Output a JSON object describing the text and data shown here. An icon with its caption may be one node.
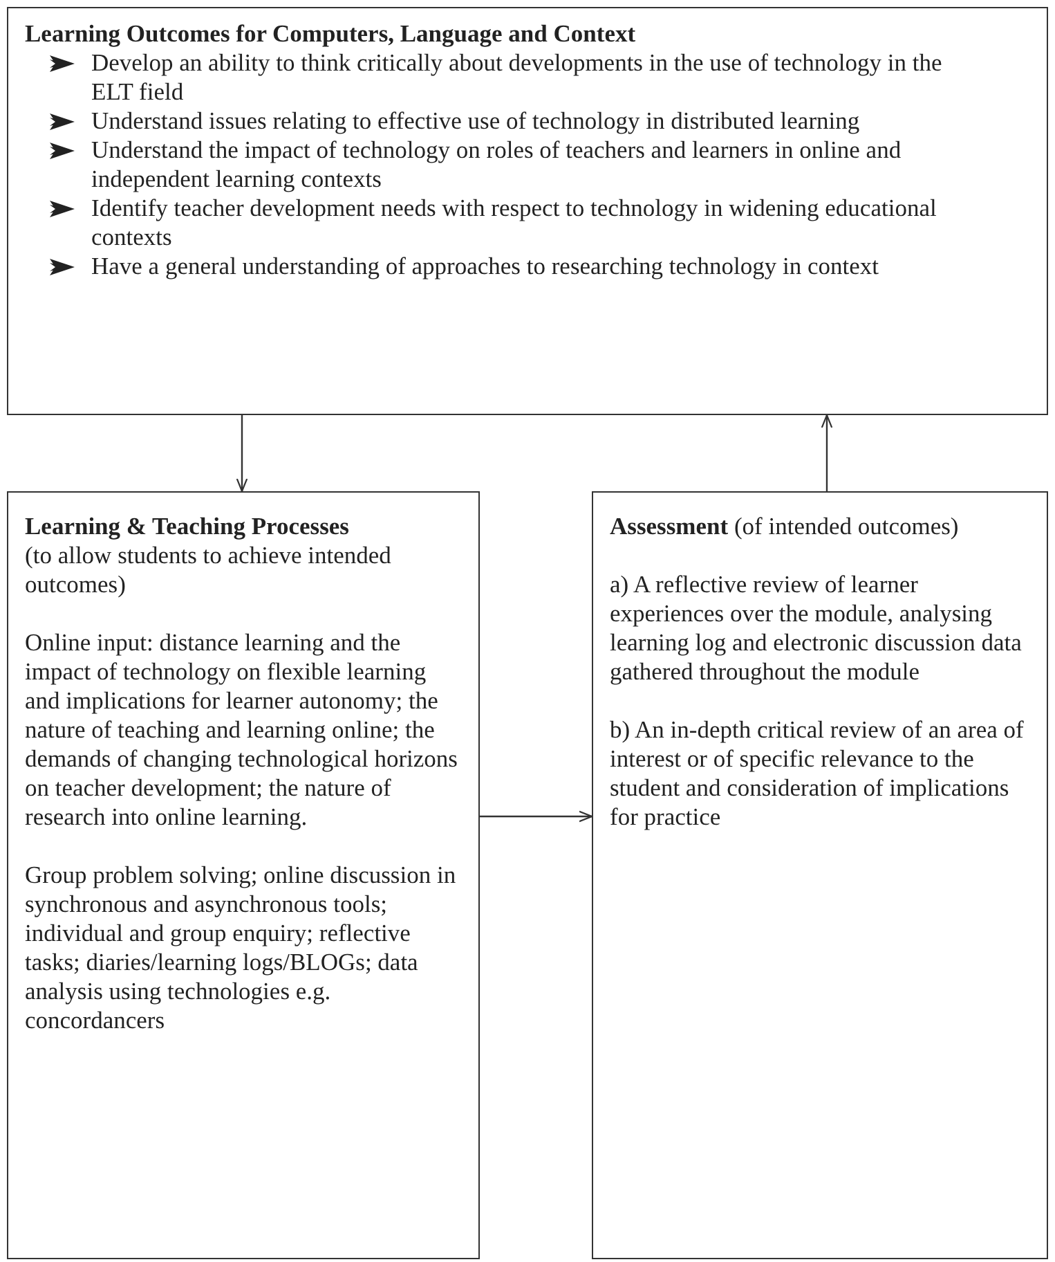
{
  "diagram": {
    "nodes": [
      {
        "text": [
          "Learning Outcomes for Computers, Language and Context",
          "Develop an ability to think critically about developments in the use of technology in the ELT field",
          "Understand issues relating to effective use of technology in distributed learning",
          "Understand the impact of technology on roles of teachers and learners in online and independent learning contexts",
          "Identify teacher development needs with respect to technology in widening educational contexts",
          "Have a general understanding of approaches to researching technology in context"
        ]
      },
      {
        "text": [
          "Learning & Teaching Processes",
          "(to allow students to achieve intended outcomes)",
          "Online input: distance learning and the impact of technology on flexible learning and implications for learner autonomy; the nature of teaching and learning online; the demands of changing technological horizons on teacher development; the nature of research into online learning.",
          "Group problem solving; online discussion in synchronous and asynchronous tools; individual and group enquiry; reflective tasks; diaries/learning logs/BLOGs; data analysis using technologies e.g. concordancers"
        ]
      },
      {
        "text": [
          "**Assessment** (of intended outcomes)",
          "a) A reflective review of learner experiences over the module, analysing learning log and electronic discussion data gathered throughout the module",
          "b) An in-depth critical review of an area of interest or of specific relevance to the student and consideration of implications for practice"
        ]
      }
    ],
    "edges": [
      {
        "from": 0,
        "to": 1,
        "arrow": "to"
      },
      {
        "from": 2,
        "to": 0,
        "arrow": "to"
      },
      {
        "from": 1,
        "to": 2,
        "arrow": "to"
      }
    ]
  }
}
